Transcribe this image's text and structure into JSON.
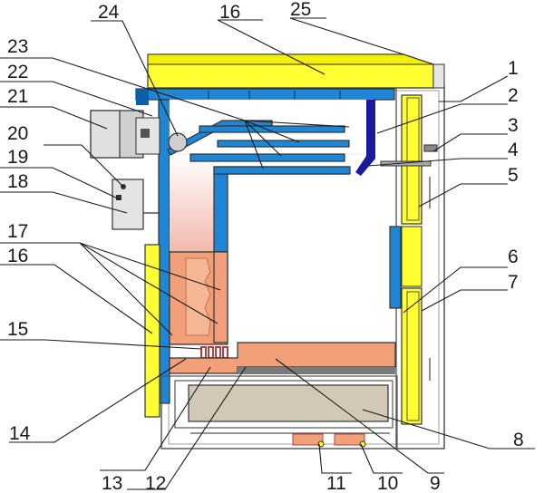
{
  "labels": {
    "l1": "1",
    "l2": "2",
    "l3": "3",
    "l4": "4",
    "l5": "5",
    "l6": "6",
    "l7": "7",
    "l8": "8",
    "l9": "9",
    "l10": "10",
    "l11": "11",
    "l12": "12",
    "l13": "13",
    "l14": "14",
    "l15": "15",
    "l16a": "16",
    "l16b": "16",
    "l17": "17",
    "l18": "18",
    "l19": "19",
    "l20": "20",
    "l21": "21",
    "l22": "22",
    "l23": "23",
    "l24": "24",
    "l25": "25"
  },
  "colors": {
    "insulation": "#ffff33",
    "water_jacket": "#1f86d6",
    "jacket_dark": "#0a5fa8",
    "baffle_dark": "#1a1a9c",
    "chamotte": "#f2a07a",
    "chamotte_light": "#f6b894",
    "ash_box": "#d2c8b6",
    "grate": "#7a7a7a",
    "flue": "#b6b6b6",
    "casing": "#555555",
    "lines": "#1a1a1a"
  }
}
